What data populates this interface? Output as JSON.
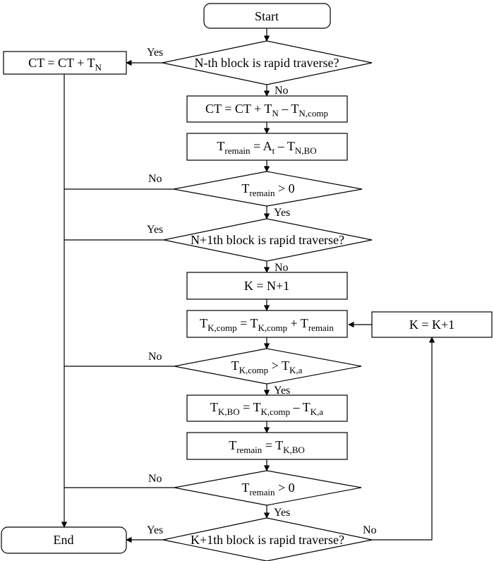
{
  "nodes": {
    "start": {
      "text": "Start"
    },
    "ct_rapid": {
      "base": "CT = CT + T",
      "sub": "N"
    },
    "d_nth": {
      "text": "N-th block is rapid traverse?"
    },
    "ct_comp": {
      "base": "CT = CT + T",
      "sub1": "N",
      "mid": " – T",
      "sub2": "N,comp"
    },
    "t_remain1": {
      "t": "T",
      "sub1": "remain",
      "mid": " = A",
      "sub2": "t",
      "mid2": " – T",
      "sub3": "N,BO"
    },
    "d_tremain1": {
      "t": "T",
      "sub": "remain",
      "rest": " > 0"
    },
    "d_n1": {
      "text": "N+1th block is rapid traverse?"
    },
    "k_init": {
      "text": "K = N+1"
    },
    "tk_comp": {
      "t": "T",
      "sub1": "K,comp",
      "mid": " = T",
      "sub2": "K,comp",
      "mid2": " + T",
      "sub3": "remain"
    },
    "k_inc": {
      "text": "K = K+1"
    },
    "d_tkcomp": {
      "t": "T",
      "sub1": "K,comp",
      "mid": " > T",
      "sub2": "K,a"
    },
    "tk_bo": {
      "t": "T",
      "sub1": "K,BO",
      "mid": " = T",
      "sub2": "K,comp",
      "mid2": " – T",
      "sub3": "K,a"
    },
    "t_remain2": {
      "t": "T",
      "sub1": "remain",
      "mid": " = T",
      "sub2": "K,BO"
    },
    "d_tremain2": {
      "t": "T",
      "sub": "remain",
      "rest": " > 0"
    },
    "d_k1": {
      "text": "K+1th block is rapid traverse?"
    },
    "end": {
      "text": "End"
    }
  },
  "edge_labels": {
    "yes": "Yes",
    "no": "No"
  }
}
